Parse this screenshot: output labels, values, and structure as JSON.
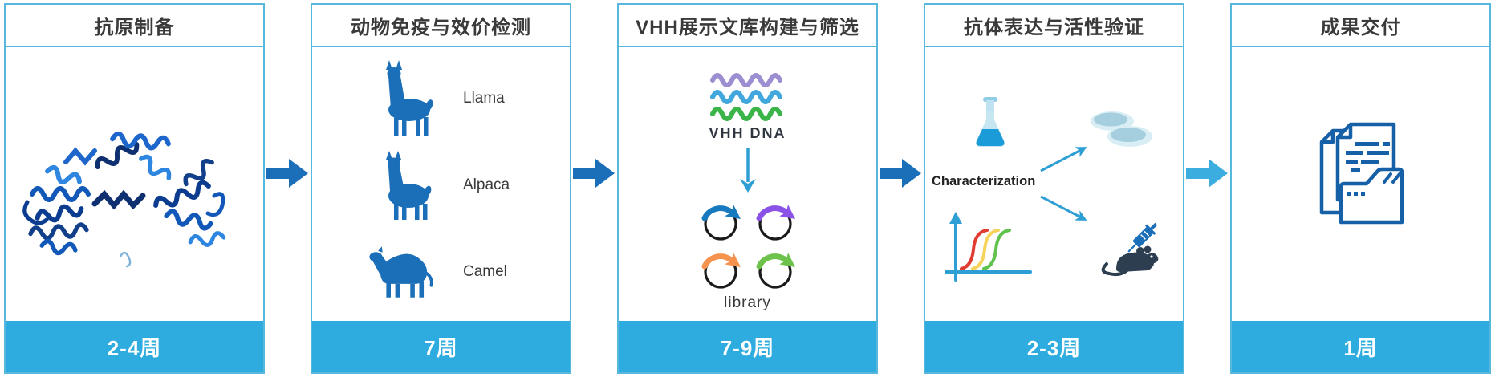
{
  "workflow": {
    "stages": [
      {
        "title": "抗原制备",
        "duration": "2-4周",
        "icon": "protein-structure-icon"
      },
      {
        "title": "动物免疫与效价检测",
        "duration": "7周",
        "animals": [
          {
            "label": "Llama",
            "icon": "llama-icon"
          },
          {
            "label": "Alpaca",
            "icon": "alpaca-icon"
          },
          {
            "label": "Camel",
            "icon": "camel-icon"
          }
        ]
      },
      {
        "title": "VHH展示文库构建与筛选",
        "duration": "7-9周",
        "dna_label": "VHH DNA",
        "library_label": "library",
        "icons": [
          "dna-waves-icon",
          "down-arrow-icon",
          "plasmid-icon-x4"
        ]
      },
      {
        "title": "抗体表达与活性验证",
        "duration": "2-3周",
        "characterization_label": "Characterization",
        "icons": [
          "flask-icon",
          "petri-dishes-icon",
          "growth-curves-icon",
          "mouse-syringe-icon"
        ]
      },
      {
        "title": "成果交付",
        "duration": "1周",
        "icon": "documents-folder-icon"
      }
    ],
    "connector_icon": "right-arrow-icon"
  },
  "colors": {
    "panel_border": "#58B7DC",
    "footer_bg": "#2FACDF",
    "arrow_dark": "#1B6FB8",
    "arrow_light": "#3BAEDF",
    "animal_blue": "#1B6FB8",
    "wave_purple": "#9D8ED1",
    "wave_blue": "#41A7DC",
    "wave_green": "#3BB54A",
    "plasmid_blue": "#1779BE",
    "plasmid_purple": "#8B52E8",
    "plasmid_orange": "#F5924D",
    "plasmid_green": "#6CC24A",
    "curve_red": "#E03C31",
    "curve_yellow": "#F6D35B",
    "curve_green": "#5FC24D",
    "axis_blue": "#2E9FD4",
    "flask_liquid": "#1B9CD8",
    "mouse_dark": "#2C3E50",
    "title_text": "#3A3A3A",
    "footer_text": "#FFFFFF"
  }
}
